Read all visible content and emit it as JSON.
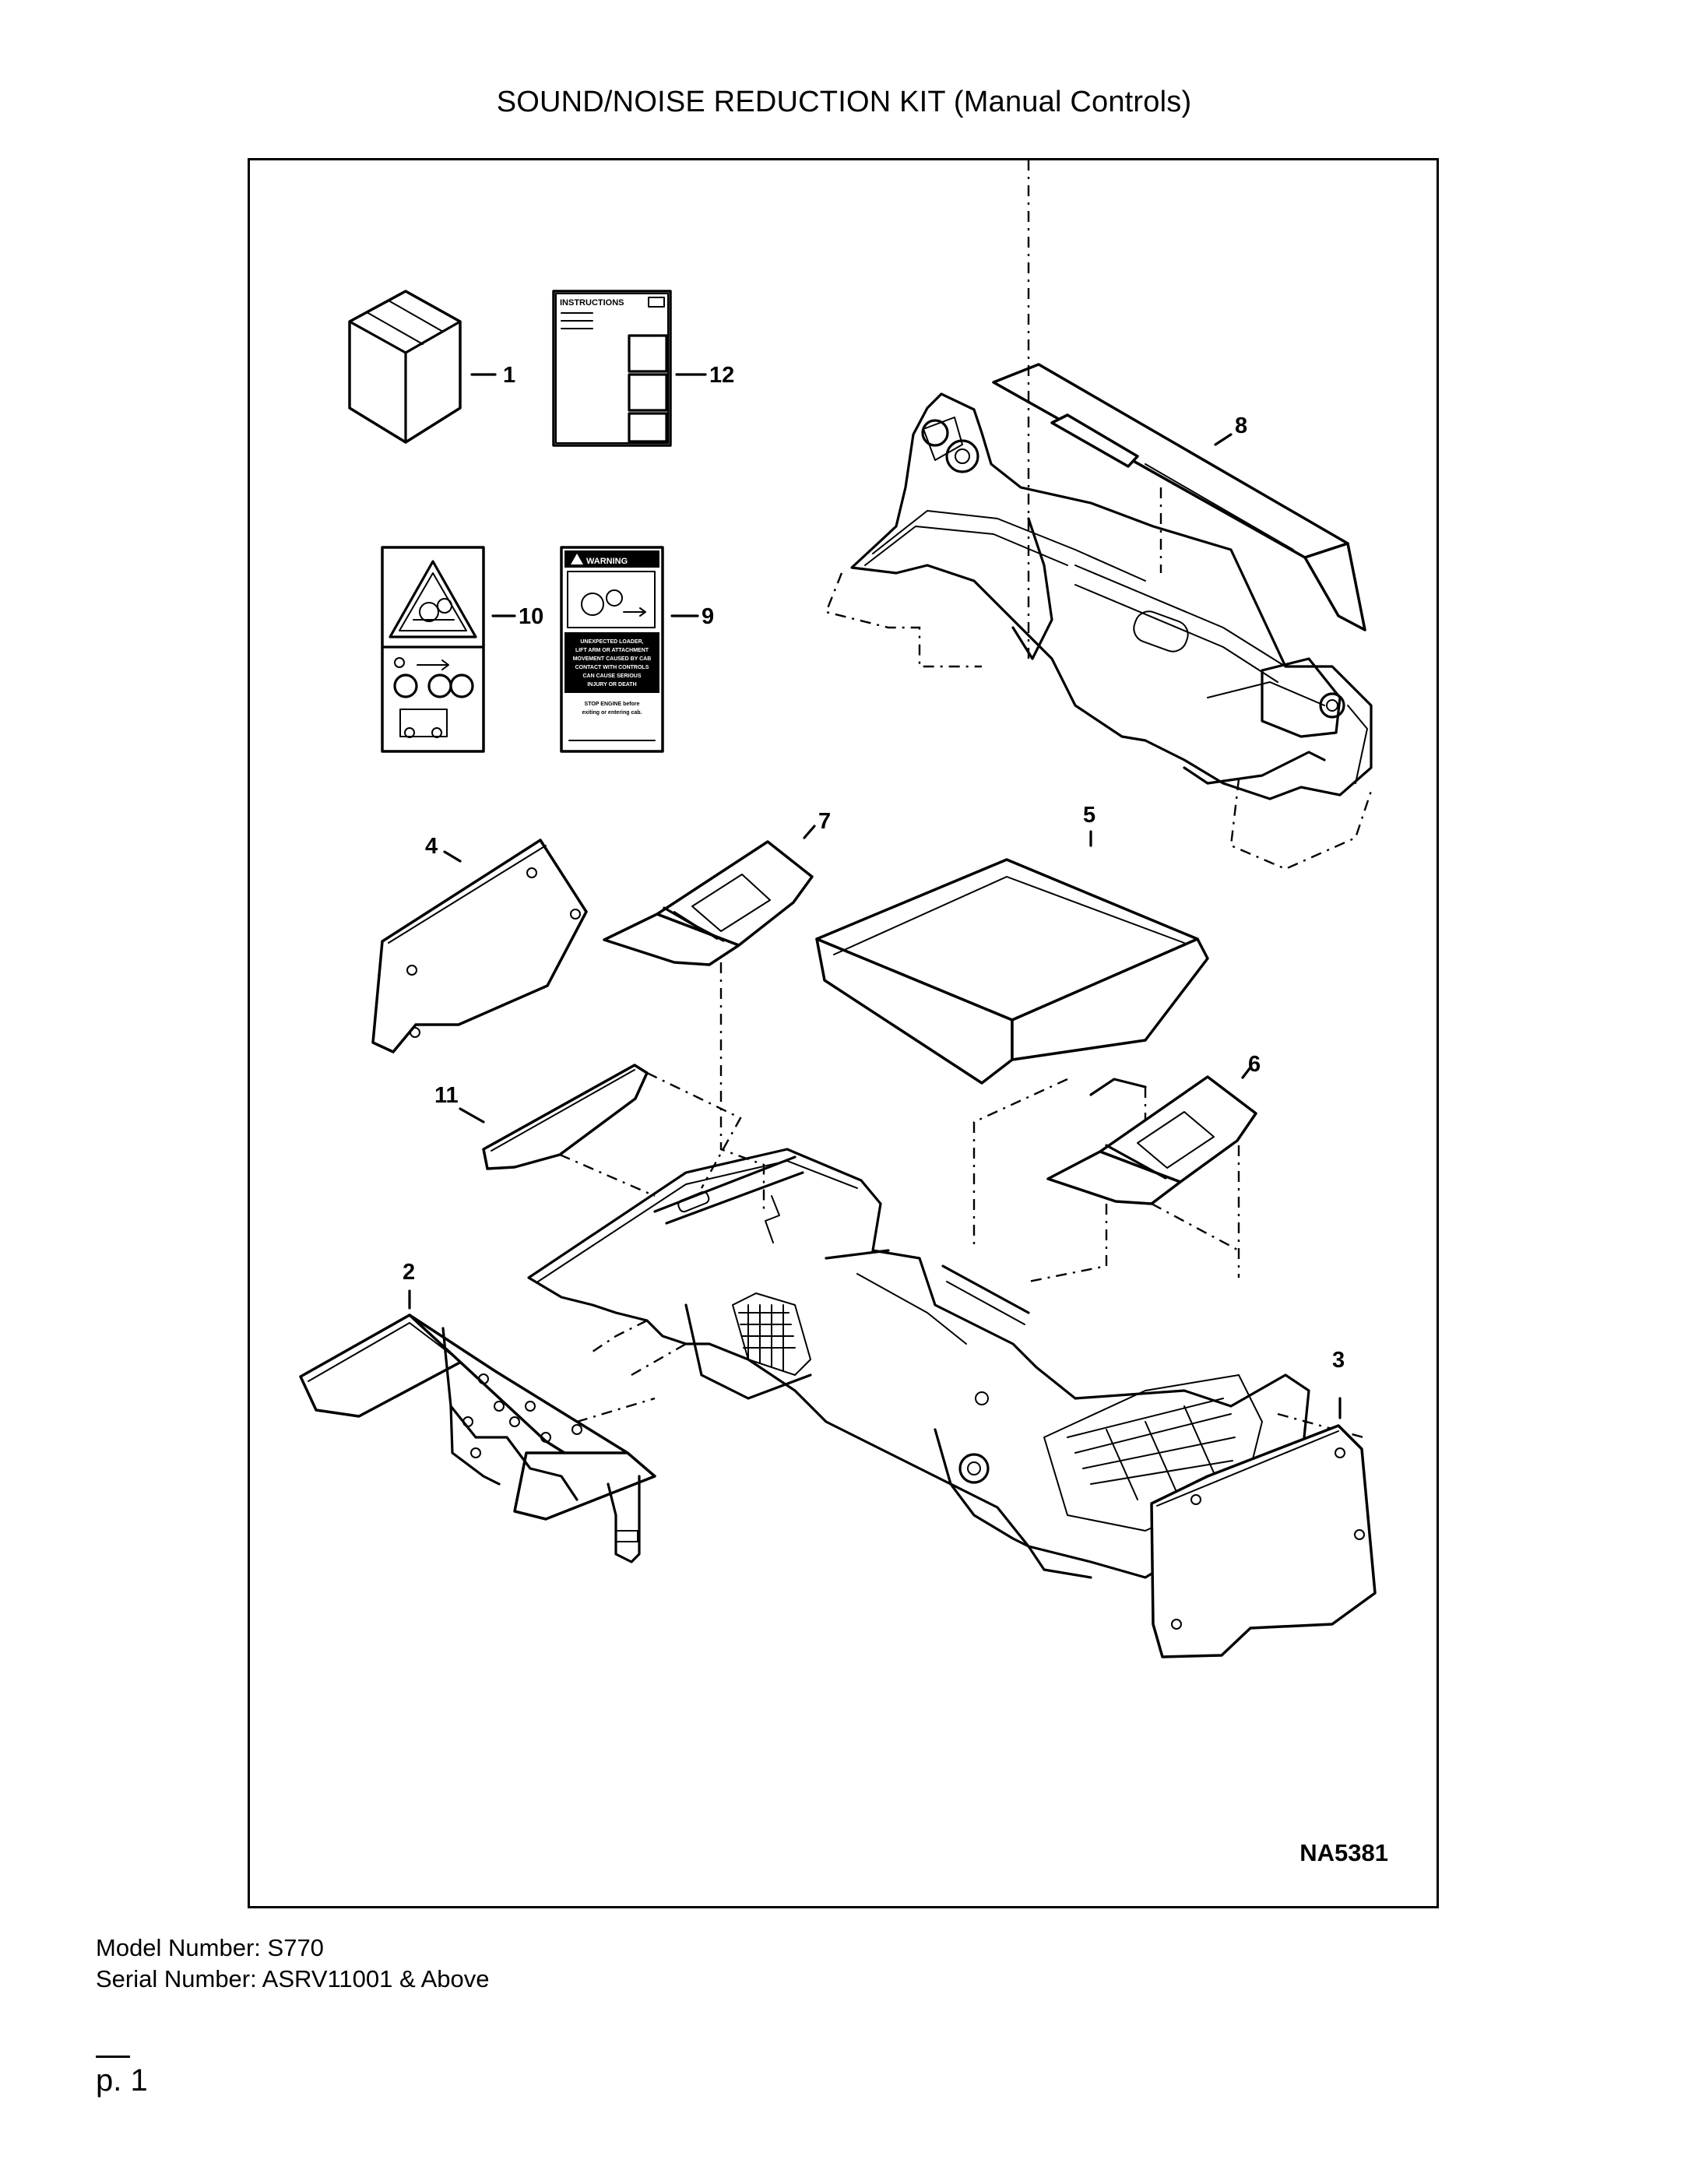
{
  "title": "SOUND/NOISE REDUCTION KIT (Manual Controls)",
  "diagram": {
    "figure_id": "NA5381",
    "callouts": [
      "1",
      "2",
      "3",
      "4",
      "5",
      "6",
      "7",
      "8",
      "9",
      "10",
      "11",
      "12"
    ],
    "instructions_label": "INSTRUCTIONS",
    "warning_label": "WARNING",
    "warning_text": [
      "UNEXPECTED LOADER,",
      "LIFT ARM OR ATTACHMENT",
      "MOVEMENT CAUSED BY CAB",
      "CONTACT WITH CONTROLS",
      "CAN CAUSE SERIOUS",
      "INJURY OR DEATH"
    ],
    "warning_note": [
      "STOP ENGINE before",
      "exiting or entering cab."
    ]
  },
  "footer": {
    "model": "Model Number: S770",
    "serial": "Serial Number: ASRV11001 & Above",
    "page": "p. 1"
  }
}
